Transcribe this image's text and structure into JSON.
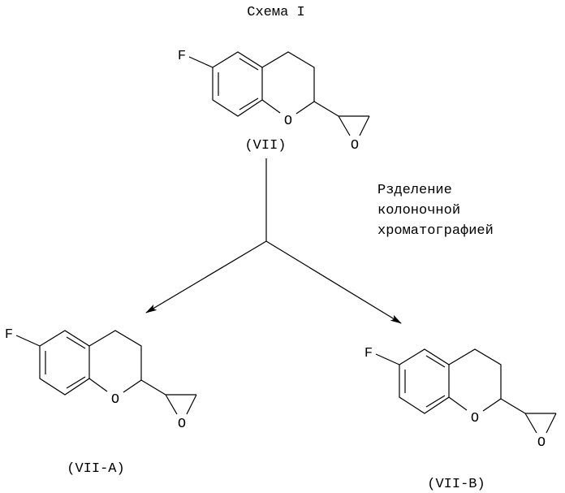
{
  "title": "Схема I",
  "atoms": {
    "fluorine": "F",
    "oxygen": "O"
  },
  "compounds": [
    {
      "id": "top",
      "label": "(VII)"
    },
    {
      "id": "a",
      "label": "(VII-A)"
    },
    {
      "id": "b",
      "label": "(VII-B)"
    }
  ],
  "process_note": [
    "Рзделение",
    "колоночной",
    "хроматографией"
  ]
}
